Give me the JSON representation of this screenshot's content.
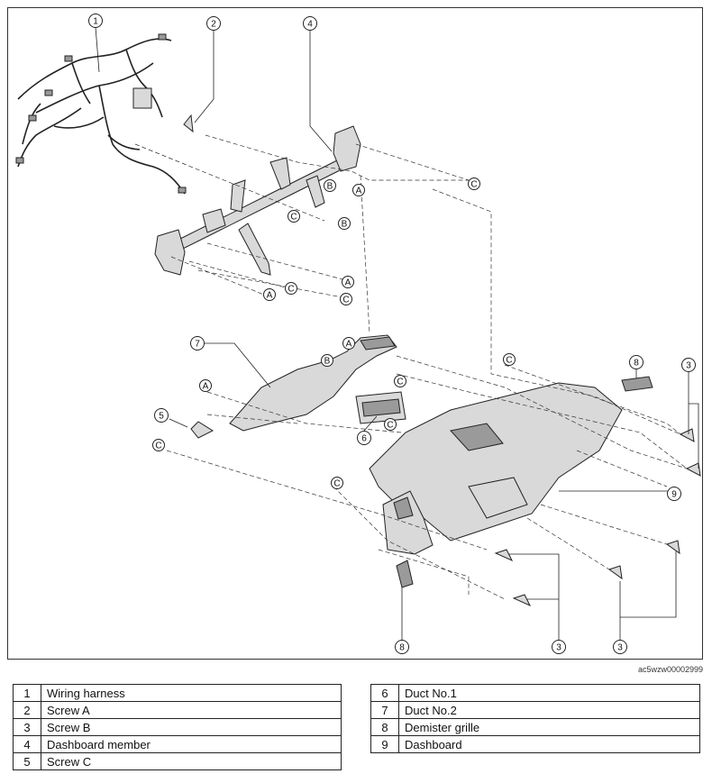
{
  "figure_code": "ac5wzw00002999",
  "callout_letters": {
    "a": "A",
    "b": "B",
    "c": "C"
  },
  "callout_numbers": [
    "1",
    "2",
    "3",
    "4",
    "5",
    "6",
    "7",
    "8",
    "9"
  ],
  "legend": {
    "left": [
      {
        "num": "1",
        "label": "Wiring harness"
      },
      {
        "num": "2",
        "label": "Screw A"
      },
      {
        "num": "3",
        "label": "Screw B"
      },
      {
        "num": "4",
        "label": "Dashboard member"
      },
      {
        "num": "5",
        "label": "Screw C"
      }
    ],
    "right": [
      {
        "num": "6",
        "label": "Duct No.1"
      },
      {
        "num": "7",
        "label": "Duct No.2"
      },
      {
        "num": "8",
        "label": "Demister grille"
      },
      {
        "num": "9",
        "label": "Dashboard"
      }
    ]
  }
}
